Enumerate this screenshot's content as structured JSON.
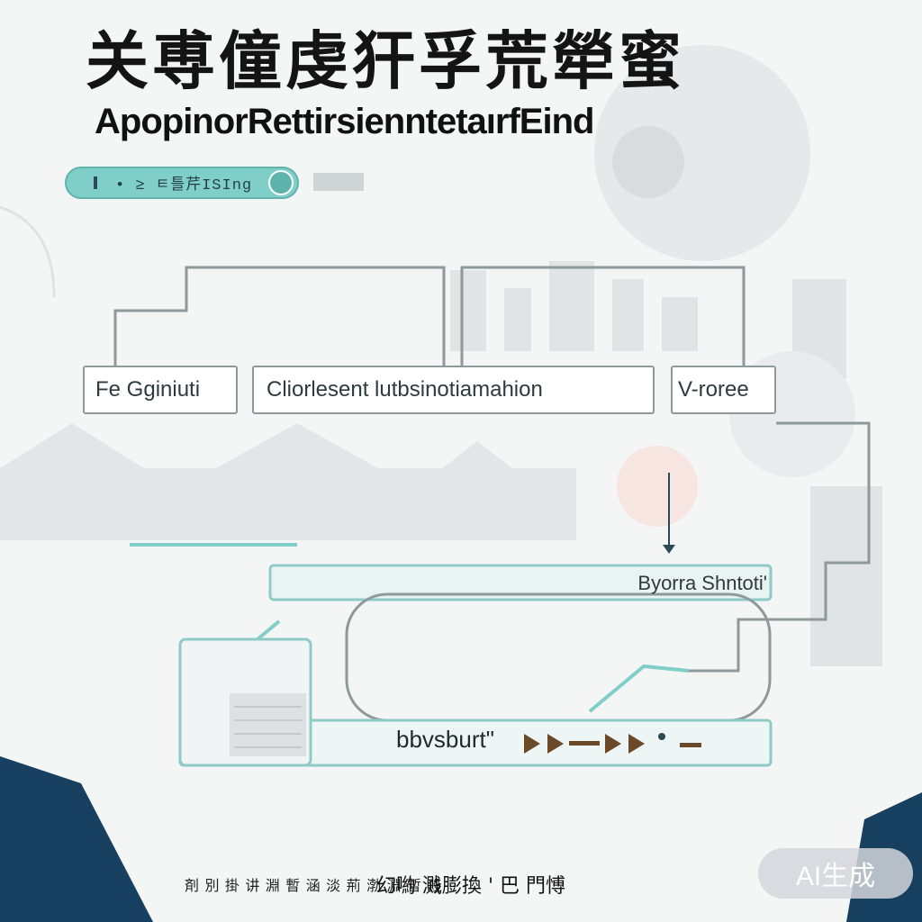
{
  "header": {
    "title_cn": "关尃僮虔犴孚荒犖蜜",
    "title_en": "ApopinorRettirsienntetaırfEind"
  },
  "pill": {
    "text": "• ≥ ㅌ틀芹ISIng"
  },
  "boxes": [
    {
      "label": "Fe Gginiuti"
    },
    {
      "label": "Cliorlesent lutbsinotiamahion"
    },
    {
      "label": "V-roree"
    }
  ],
  "bar": {
    "label": "Byorra Shntoti'"
  },
  "bottom": {
    "label": "bbvsburt\""
  },
  "footer": {
    "left": "剤 別 掛 讲 淵 暫 涵 淡 荊 渤 淵 暫 殺",
    "mid": "幻喲 溅膨換 ' 巴 門愽"
  },
  "badge": {
    "text": "AI生成"
  },
  "colors": {
    "teal": "#7fcfc8",
    "teal_dark": "#5fb3ad",
    "navy": "#173f5f",
    "box_border": "#8e999c"
  }
}
